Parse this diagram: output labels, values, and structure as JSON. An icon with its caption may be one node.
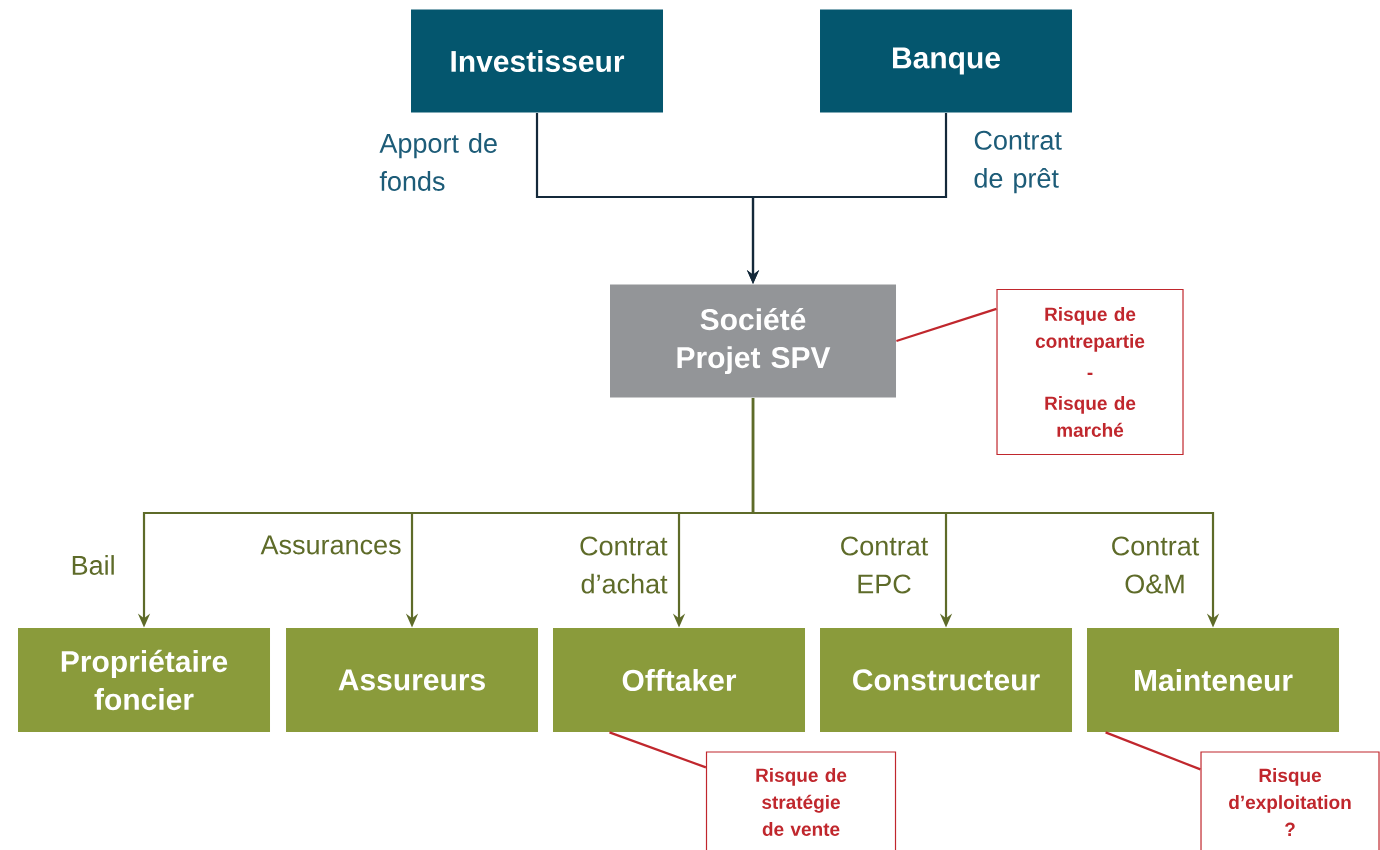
{
  "diagram": {
    "nodes": [
      {
        "text": [
          "Investisseur"
        ]
      },
      {
        "text": [
          "Banque"
        ]
      },
      {
        "text": [
          "Société Projet SPV"
        ]
      },
      {
        "text": [
          "Risque de contrepartie",
          "-",
          "Risque de marché"
        ]
      },
      {
        "text": [
          "Propriétaire foncier"
        ]
      },
      {
        "text": [
          "Assureurs"
        ]
      },
      {
        "text": [
          "Offtaker"
        ]
      },
      {
        "text": [
          "Constructeur"
        ]
      },
      {
        "text": [
          "Mainteneur"
        ]
      },
      {
        "text": [
          "Risque de stratégie de vente"
        ]
      },
      {
        "text": [
          "Risque d’exploitation ?"
        ]
      }
    ],
    "edges": [
      {
        "from": 0,
        "to": 2,
        "arrow": "to",
        "label": "Apport de fonds",
        "color": "#14293a"
      },
      {
        "from": 1,
        "to": 2,
        "arrow": "to",
        "label": "Contrat de prêt",
        "color": "#14293a"
      },
      {
        "from": 2,
        "to": 4,
        "arrow": "to",
        "label": "Bail"
      },
      {
        "from": 2,
        "to": 5,
        "arrow": "to",
        "label": "Assurances"
      },
      {
        "from": 2,
        "to": 6,
        "arrow": "to",
        "label": "Contrat d’achat"
      },
      {
        "from": 2,
        "to": 7,
        "arrow": "to",
        "label": "Contrat EPC"
      },
      {
        "from": 2,
        "to": 8,
        "arrow": "to",
        "label": "Contrat O&M"
      },
      {
        "from": 3,
        "to": 2,
        "arrow": "none",
        "color": "#c0272d"
      },
      {
        "from": 9,
        "to": 6,
        "arrow": "none",
        "color": "#c0272d"
      },
      {
        "from": 10,
        "to": 8,
        "arrow": "none",
        "color": "#c0272d"
      }
    ]
  }
}
